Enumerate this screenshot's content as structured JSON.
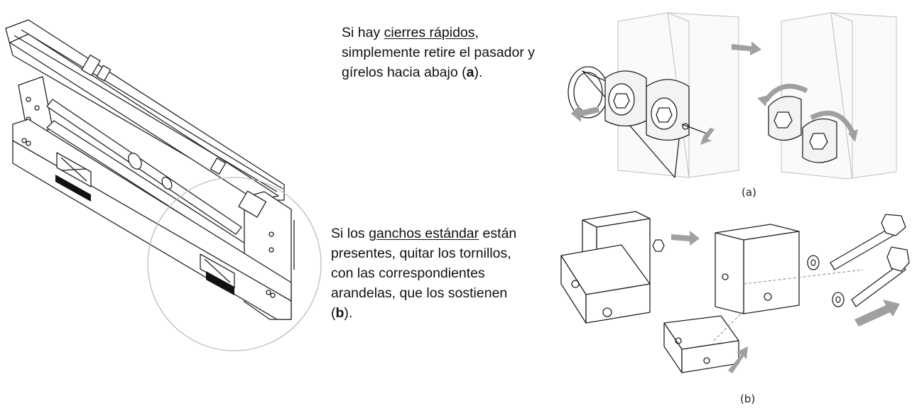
{
  "step_a": {
    "line1_pre": "Si hay ",
    "line1_link": "cierres rápidos",
    "line1_post": ",",
    "line2": "simplemente retire el pasador y",
    "line3_pre": "gírelos hacia abajo (",
    "line3_bold": "a",
    "line3_post": ")."
  },
  "step_b": {
    "line1_pre": "Si los ",
    "line1_link": "ganchos estándar",
    "line1_post": " están",
    "line2": "presentes, quitar los tornillos,",
    "line3": "con las correspondientes",
    "line4": "arandelas, que los sostienen",
    "line5_pre": "(",
    "line5_bold": "b",
    "line5_post": ")."
  },
  "figure_a": {
    "caption": "(a)"
  },
  "figure_b": {
    "caption": "(b)"
  },
  "colors": {
    "text": "#111111",
    "arrow": "#a0a0a0",
    "line": "#222222",
    "zoom_circle": "#bdbdbd"
  }
}
